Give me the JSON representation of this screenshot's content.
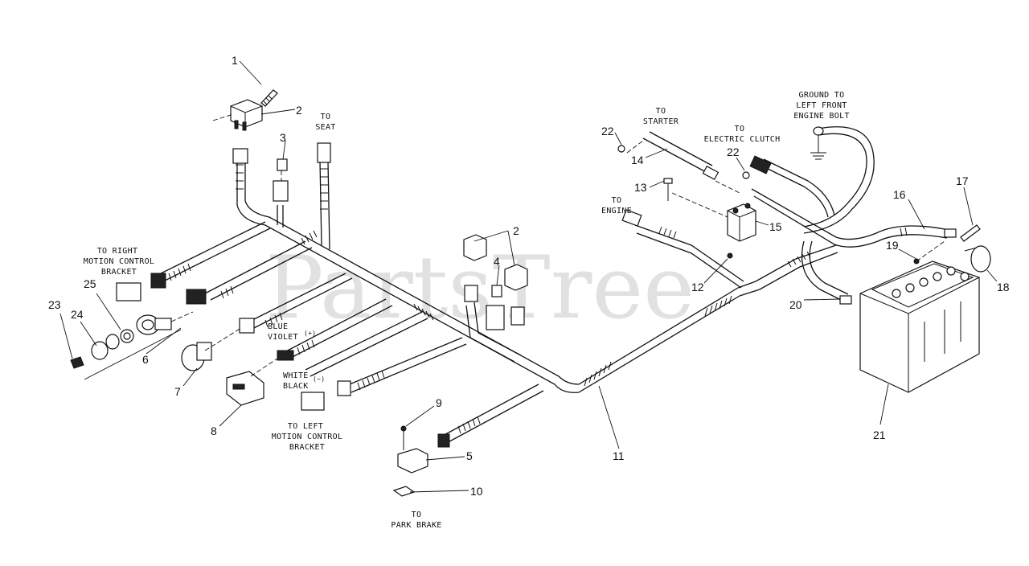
{
  "watermark": "PartsTree",
  "callouts": [
    "1",
    "2",
    "3",
    "4",
    "5",
    "6",
    "7",
    "8",
    "9",
    "10",
    "11",
    "12",
    "13",
    "14",
    "15",
    "16",
    "17",
    "18",
    "19",
    "20",
    "21",
    "22",
    "23",
    "24",
    "25"
  ],
  "callout_2b": "2",
  "callout_22b": "22",
  "labels": {
    "to_seat": [
      "TO",
      "SEAT"
    ],
    "to_starter": [
      "TO",
      "STARTER"
    ],
    "to_electric_clutch": [
      "TO",
      "ELECTRIC CLUTCH"
    ],
    "ground": [
      "GROUND TO",
      "LEFT FRONT",
      "ENGINE BOLT"
    ],
    "to_engine": [
      "TO",
      "ENGINE"
    ],
    "to_right_motion": [
      "TO RIGHT",
      "MOTION CONTROL",
      "BRACKET"
    ],
    "to_left_motion": [
      "TO LEFT",
      "MOTION CONTROL",
      "BRACKET"
    ],
    "to_park_brake": [
      "TO",
      "PARK BRAKE"
    ],
    "blue": "BLUE",
    "violet": "VIOLET",
    "plus": "(+)",
    "white": "WHITE",
    "minus": "(−)",
    "black": "BLACK"
  }
}
